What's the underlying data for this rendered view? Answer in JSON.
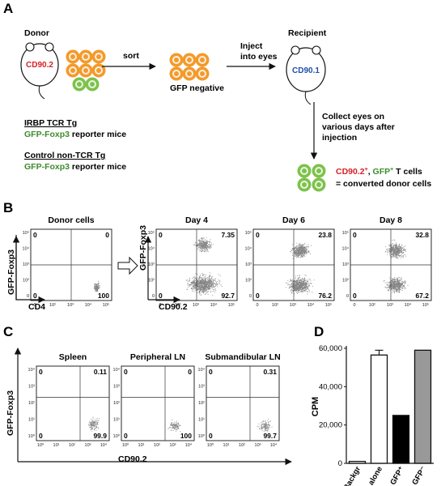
{
  "panel_a": {
    "letter": "A",
    "donor_title": "Donor",
    "donor_marker": "CD90.2",
    "sort_label": "sort",
    "gfp_negative_label": "GFP negative",
    "inject_line1": "Inject",
    "inject_line2": "into eyes",
    "recipient_title": "Recipient",
    "recipient_marker": "CD90.1",
    "collect_line1": "Collect eyes on",
    "collect_line2": "various days after",
    "collect_line3": "injection",
    "converted_cd": "CD90.2",
    "converted_sup1": "+",
    "converted_sep": ", ",
    "converted_gfp": "GFP",
    "converted_sup2": "+",
    "converted_tail": " T cells",
    "converted_line2": "= converted donor cells",
    "irbp_title": "IRBP TCR Tg",
    "irbp_gfp": "GFP-Foxp3",
    "irbp_rest": " reporter mice",
    "control_title": "Control non-TCR Tg",
    "control_gfp": "GFP-Foxp3",
    "control_rest": " reporter mice",
    "colors": {
      "red": "#d62027",
      "blue": "#1f4fa8",
      "green": "#3d8b2c",
      "orange": "#f39a2b",
      "lightgreen": "#7dc24b"
    }
  },
  "panel_b": {
    "letter": "B",
    "y_axis_label": "GFP-Foxp3",
    "x_axis_label_donor": "CD4",
    "x_axis_label_days": "CD90.2",
    "plots": [
      {
        "title": "Donor cells",
        "ul": "0",
        "ur": "0",
        "ll": "0",
        "lr": "100"
      },
      {
        "title": "Day 4",
        "ul": "0",
        "ur": "7.35",
        "ll": "0",
        "lr": "92.7"
      },
      {
        "title": "Day 6",
        "ul": "0",
        "ur": "23.8",
        "ll": "0",
        "lr": "76.2"
      },
      {
        "title": "Day 8",
        "ul": "0",
        "ur": "32.8",
        "ll": "0",
        "lr": "67.2"
      }
    ]
  },
  "panel_c": {
    "letter": "C",
    "y_axis_label": "GFP-Foxp3",
    "x_axis_label": "CD90.2",
    "plots": [
      {
        "title": "Spleen",
        "ul": "0",
        "ur": "0.11",
        "ll": "0",
        "lr": "99.9"
      },
      {
        "title": "Peripheral LN",
        "ul": "0",
        "ur": "0",
        "ll": "0",
        "lr": "100"
      },
      {
        "title": "Submandibular LN",
        "ul": "0",
        "ur": "0.31",
        "ll": "0",
        "lr": "99.7"
      }
    ]
  },
  "axis_ticks": {
    "b_y": [
      "10⁵",
      "10⁴",
      "10³",
      "10²",
      "0"
    ],
    "b_x": [
      "0",
      "10²",
      "10³",
      "10⁴",
      "10⁵"
    ],
    "c_y": [
      "10⁴",
      "10³",
      "10²",
      "10¹",
      "10⁰"
    ],
    "c_x": [
      "10⁰",
      "10¹",
      "10²",
      "10³",
      "10⁴"
    ]
  },
  "chart_data": {
    "type": "bar",
    "title": "",
    "xlabel": "",
    "ylabel": "CPM",
    "categories": [
      "Backgr",
      "Resp alone",
      "Resp + GFP⁺",
      "Resp + GFP⁻"
    ],
    "values": [
      1000,
      56500,
      25000,
      59000
    ],
    "errors": [
      0,
      2500,
      0,
      0
    ],
    "fills": [
      "#ffffff",
      "#ffffff",
      "#000000",
      "#999999"
    ],
    "ylim": [
      0,
      60000
    ],
    "yticks": [
      "0",
      "20,000",
      "40,000",
      "60,000"
    ],
    "ytick_values": [
      0,
      20000,
      40000,
      60000
    ],
    "letter": "D"
  }
}
